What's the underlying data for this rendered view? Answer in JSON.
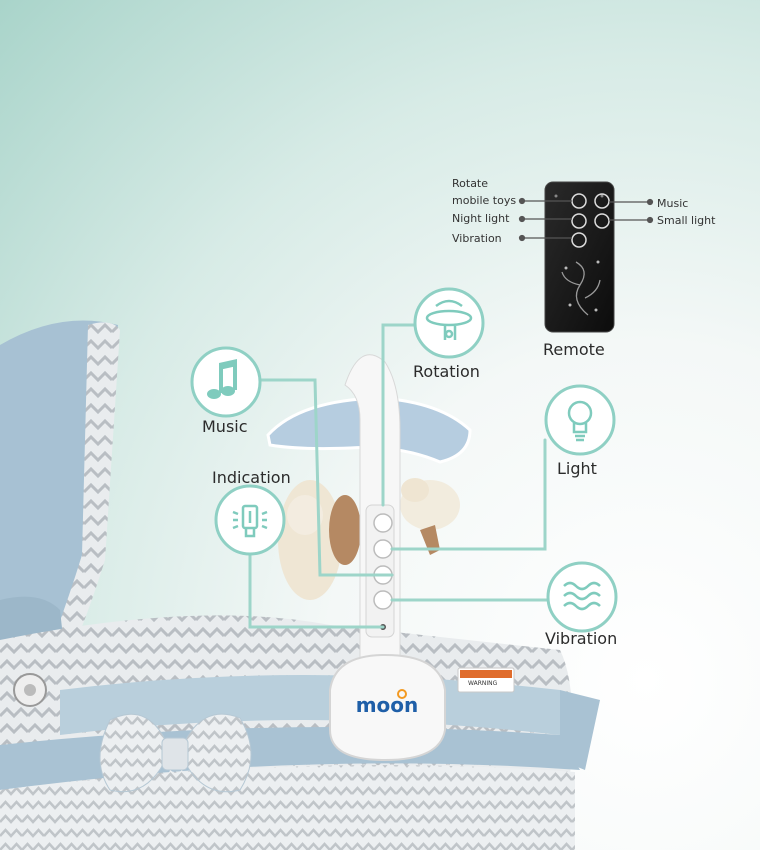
{
  "remote": {
    "title": "Remote",
    "labels": {
      "rotate": "Rotate",
      "mobile_toys": "mobile toys",
      "night_light": "Night light",
      "vibration": "Vibration",
      "music": "Music",
      "small_light": "Small light"
    }
  },
  "features": {
    "rotation": "Rotation",
    "music": "Music",
    "light": "Light",
    "indication": "Indication",
    "vibration": "Vibration"
  },
  "product": {
    "logo": "moon",
    "warning": "WARNING"
  },
  "colors": {
    "teal": "#8fd0c4",
    "teal_line": "#9dd5c9",
    "bassinet_blue": "#a9c2d3",
    "remote_body": "#1a1a1a"
  },
  "icons": [
    "music-note-icon",
    "rotation-icon",
    "light-bulb-icon",
    "indication-bulb-icon",
    "vibration-waves-icon"
  ]
}
